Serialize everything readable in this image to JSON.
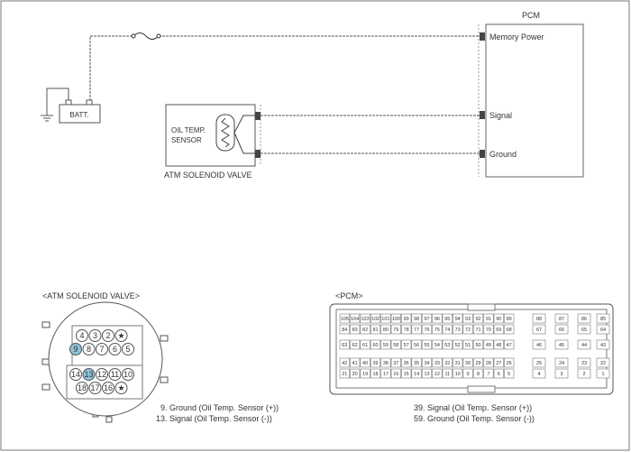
{
  "wiring": {
    "pcm_label": "PCM",
    "pcm_terminals": [
      "Memory Power",
      "Signal",
      "Ground"
    ],
    "battery_label": "BATT.",
    "sensor_label_line1": "OIL TEMP.",
    "sensor_label_line2": "SENSOR",
    "valve_label": "ATM SOLENOID VALVE"
  },
  "connectors": {
    "atm": {
      "title": "<ATM SOLENOID VALVE>",
      "row1": [
        "4",
        "3",
        "2",
        "★"
      ],
      "row2": [
        "9",
        "8",
        "7",
        "6",
        "5"
      ],
      "row3": [
        "14",
        "13",
        "12",
        "11",
        "10"
      ],
      "row4": [
        "18",
        "17",
        "16",
        "★"
      ],
      "highlight": [
        "9",
        "13"
      ],
      "highlight_color": "#8ec4d8",
      "notes": [
        "9. Ground (Oil Temp. Sensor (+))",
        "13. Signal (Oil Temp. Sensor (-))"
      ]
    },
    "pcm": {
      "title": "<PCM>",
      "rows": [
        [
          "105",
          "104",
          "103",
          "102",
          "101",
          "100",
          "99",
          "98",
          "97",
          "96",
          "95",
          "94",
          "93",
          "92",
          "91",
          "90",
          "89",
          "88",
          "87",
          "86",
          "85"
        ],
        [
          "84",
          "83",
          "82",
          "81",
          "80",
          "79",
          "78",
          "77",
          "76",
          "75",
          "74",
          "73",
          "72",
          "71",
          "70",
          "69",
          "68",
          "67",
          "66",
          "65",
          "64"
        ],
        [
          "63",
          "62",
          "61",
          "60",
          "59",
          "58",
          "57",
          "56",
          "55",
          "54",
          "53",
          "52",
          "51",
          "50",
          "49",
          "48",
          "47",
          "46",
          "45",
          "44",
          "43"
        ],
        [
          "42",
          "41",
          "40",
          "39",
          "38",
          "37",
          "36",
          "35",
          "34",
          "33",
          "32",
          "31",
          "30",
          "29",
          "28",
          "27",
          "26",
          "25",
          "24",
          "23",
          "22"
        ],
        [
          "21",
          "20",
          "19",
          "18",
          "17",
          "16",
          "15",
          "14",
          "13",
          "12",
          "11",
          "10",
          "9",
          "8",
          "7",
          "6",
          "5",
          "4",
          "3",
          "2",
          "1"
        ]
      ],
      "notes": [
        "39. Signal (Oil Temp. Sensor (+))",
        "59. Ground (Oil Temp. Sensor (-))"
      ]
    }
  }
}
